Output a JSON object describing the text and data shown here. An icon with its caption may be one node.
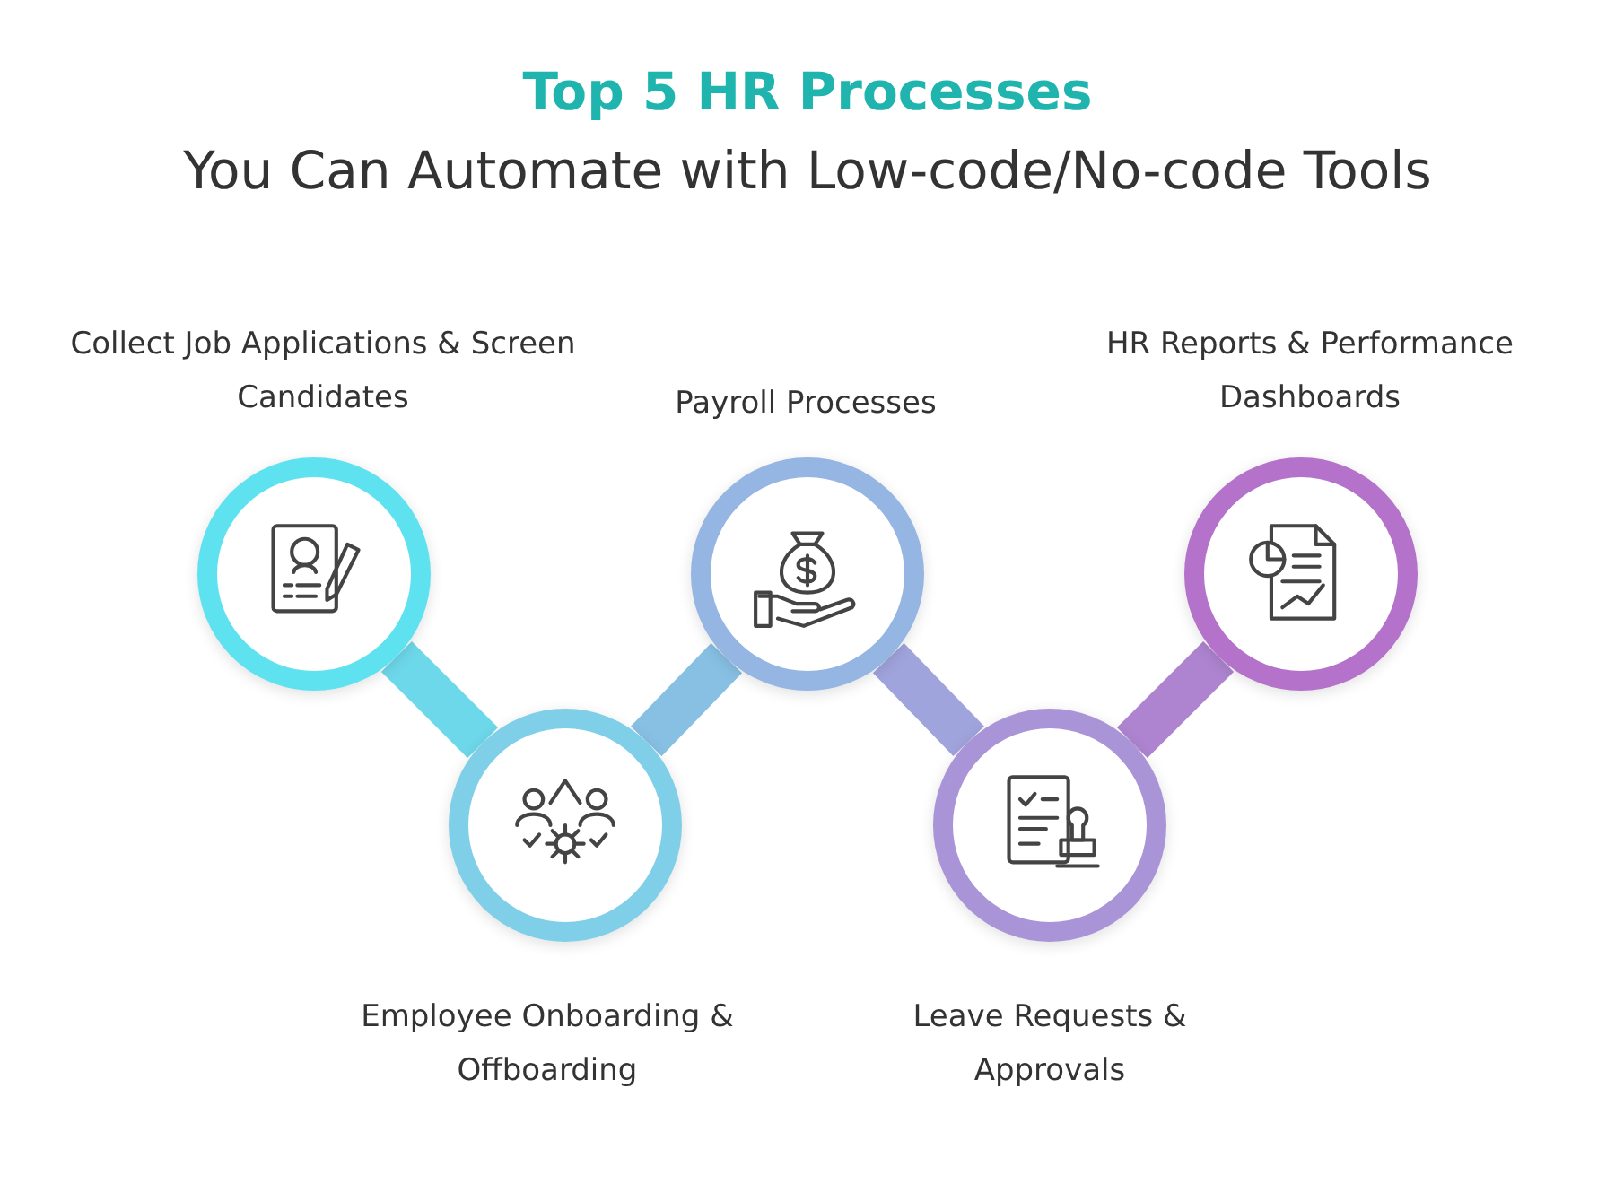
{
  "diagram": {
    "title": "Top 5 HR Processes",
    "nodes": [
      {
        "text": [
          "Collect Job Applications & Screen Candidates"
        ]
      },
      {
        "text": [
          "Employee Onboarding & Offboarding"
        ]
      },
      {
        "text": [
          "Payroll Processes"
        ]
      },
      {
        "text": [
          "Leave Requests & Approvals"
        ]
      },
      {
        "text": [
          "HR Reports & Performance Dashboards"
        ]
      }
    ],
    "edges": [
      {
        "from": 0,
        "to": 1,
        "arrow": "none",
        "color": "#6dd8ea"
      },
      {
        "from": 1,
        "to": 2,
        "arrow": "none",
        "color": "#88c0e4"
      },
      {
        "from": 2,
        "to": 3,
        "arrow": "none",
        "color": "#a0a4dc"
      },
      {
        "from": 3,
        "to": 4,
        "arrow": "none",
        "color": "#ae84d0"
      }
    ],
    "labels": [
      "You Can Automate with Low-code/No-code Tools"
    ]
  }
}
